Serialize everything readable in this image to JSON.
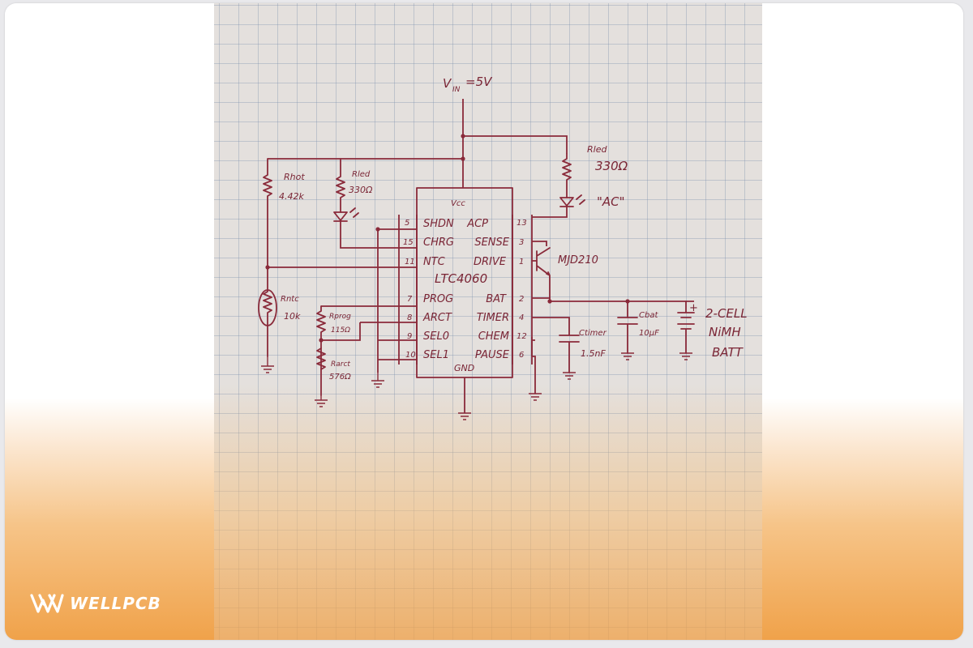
{
  "brand": {
    "name": "WELLPCB",
    "color": "#ffffff"
  },
  "colors": {
    "ink": "#8a2a3a",
    "grid": "#8ca0b8",
    "paper": "#e4e0dd"
  },
  "schematic": {
    "supply": "V",
    "supply_sub": "IN",
    "supply_value": "=5V",
    "ic": {
      "name": "LTC4060",
      "vcc": "Vcc",
      "gnd": "GND",
      "left_pins": [
        {
          "num": "5",
          "label": "SHDN"
        },
        {
          "num": "15",
          "label": "CHRG"
        },
        {
          "num": "11",
          "label": "NTC"
        },
        {
          "num": "7",
          "label": "PROG"
        },
        {
          "num": "8",
          "label": "ARCT"
        },
        {
          "num": "9",
          "label": "SEL0"
        },
        {
          "num": "10",
          "label": "SEL1"
        }
      ],
      "right_pins": [
        {
          "num": "13",
          "label": "ACP"
        },
        {
          "num": "3",
          "label": "SENSE"
        },
        {
          "num": "1",
          "label": "DRIVE"
        },
        {
          "num": "2",
          "label": "BAT"
        },
        {
          "num": "4",
          "label": "TIMER"
        },
        {
          "num": "12",
          "label": "CHEM"
        },
        {
          "num": "6",
          "label": "PAUSE"
        }
      ]
    },
    "components": {
      "rhot_name": "Rhot",
      "rhot_value": "4.42k",
      "rled1_name": "Rled",
      "rled1_value": "330Ω",
      "rled2_name": "Rled",
      "rled2_value": "330Ω",
      "led_label": "\"AC\"",
      "rntc_name": "Rntc",
      "rntc_value": "10k",
      "rprog_name": "Rprog",
      "rprog_value": "115Ω",
      "rarct_name": "Rarct",
      "rarct_value": "576Ω",
      "transistor": "MJD210",
      "ctimer_name": "Ctimer",
      "ctimer_value": "1.5nF",
      "cbat_name": "Cbat",
      "cbat_value": "10μF",
      "battery_plus": "+",
      "battery_line1": "2-CELL",
      "battery_line2": "NiMH",
      "battery_line3": "BATT"
    }
  }
}
